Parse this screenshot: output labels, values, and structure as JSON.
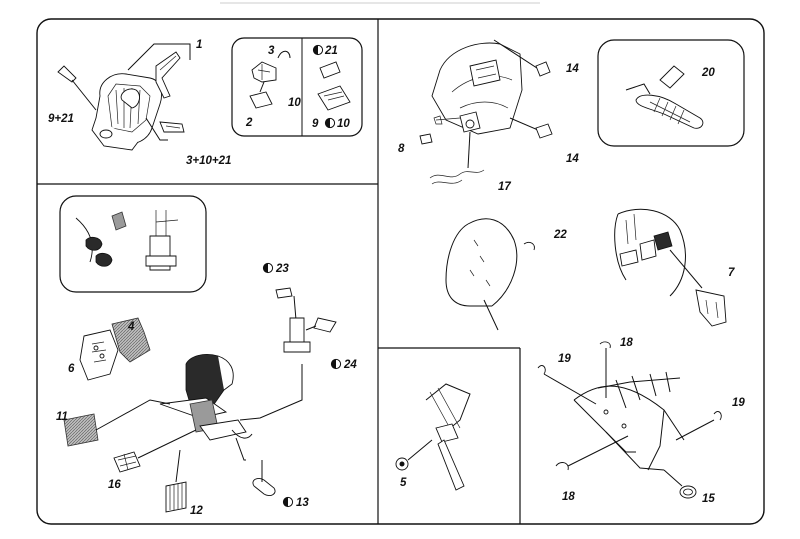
{
  "labels": {
    "p1": "1",
    "p9_21": "9+21",
    "p3_10_21": "3+10+21",
    "p3": "3",
    "p21_top": "21",
    "p10_inset": "10",
    "p2": "2",
    "p9": "9",
    "p10_b": "10",
    "p23": "23",
    "p4": "4",
    "p6": "6",
    "p24": "24",
    "p11": "11",
    "p16": "16",
    "p12": "12",
    "p13": "13",
    "p14_a": "14",
    "p20": "20",
    "p8": "8",
    "p14_b": "14",
    "p17": "17",
    "p22": "22",
    "p7": "7",
    "p18_a": "18",
    "p19_a": "19",
    "p19_b": "19",
    "p5": "5",
    "p18_b": "18",
    "p15": "15"
  },
  "icons": [
    "half-filled-circle-icon"
  ]
}
